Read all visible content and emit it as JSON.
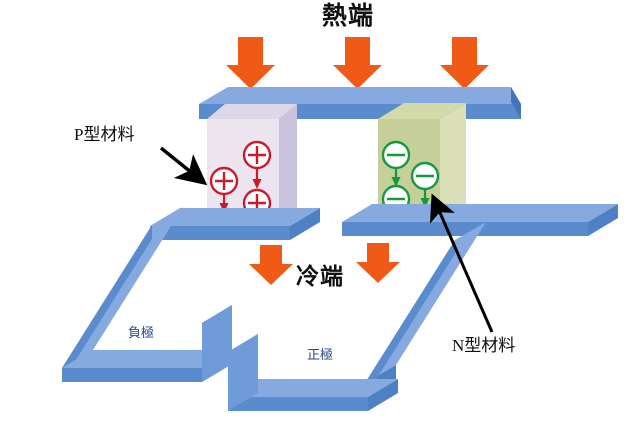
{
  "diagram": {
    "title": "熱端",
    "labels": {
      "hot_side": "熱端",
      "cold_side": "冷端",
      "p_type": "P型材料",
      "n_type": "N型材料",
      "negative_electrode": "負極",
      "positive_electrode": "正極"
    },
    "carriers": {
      "p_symbol": "+",
      "n_symbol": "−",
      "p_count": 3,
      "n_count": 3,
      "p_color": "#cc1a2a",
      "n_color": "#16983f"
    },
    "heat_arrows": {
      "top_count": 3,
      "bottom_count": 2,
      "color": "#ef5a17"
    },
    "colors": {
      "slab_top": "#86aae0",
      "slab_face": "#4f84c9",
      "slab_side": "#6c9bd9",
      "p_block_front": "#ece5ef",
      "p_block_side": "#c9c2dc",
      "n_block_front": "#c5cf9a",
      "n_block_side": "#dbe0b8",
      "label_blue": "#2b4a8b",
      "background": "#ffffff"
    }
  }
}
